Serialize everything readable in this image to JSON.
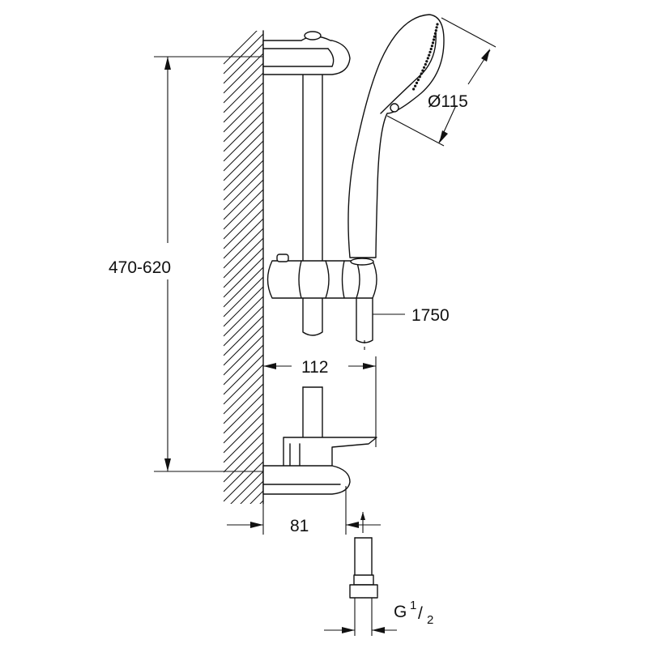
{
  "dimensions": {
    "height_range": "470-620",
    "head_diameter": "Ø115",
    "hose_length": "1750",
    "bar_offset": "112",
    "wall_offset": "81",
    "thread_main": "G",
    "thread_num": "1",
    "thread_den": "2"
  },
  "colors": {
    "line": "#111111",
    "background": "#ffffff"
  }
}
